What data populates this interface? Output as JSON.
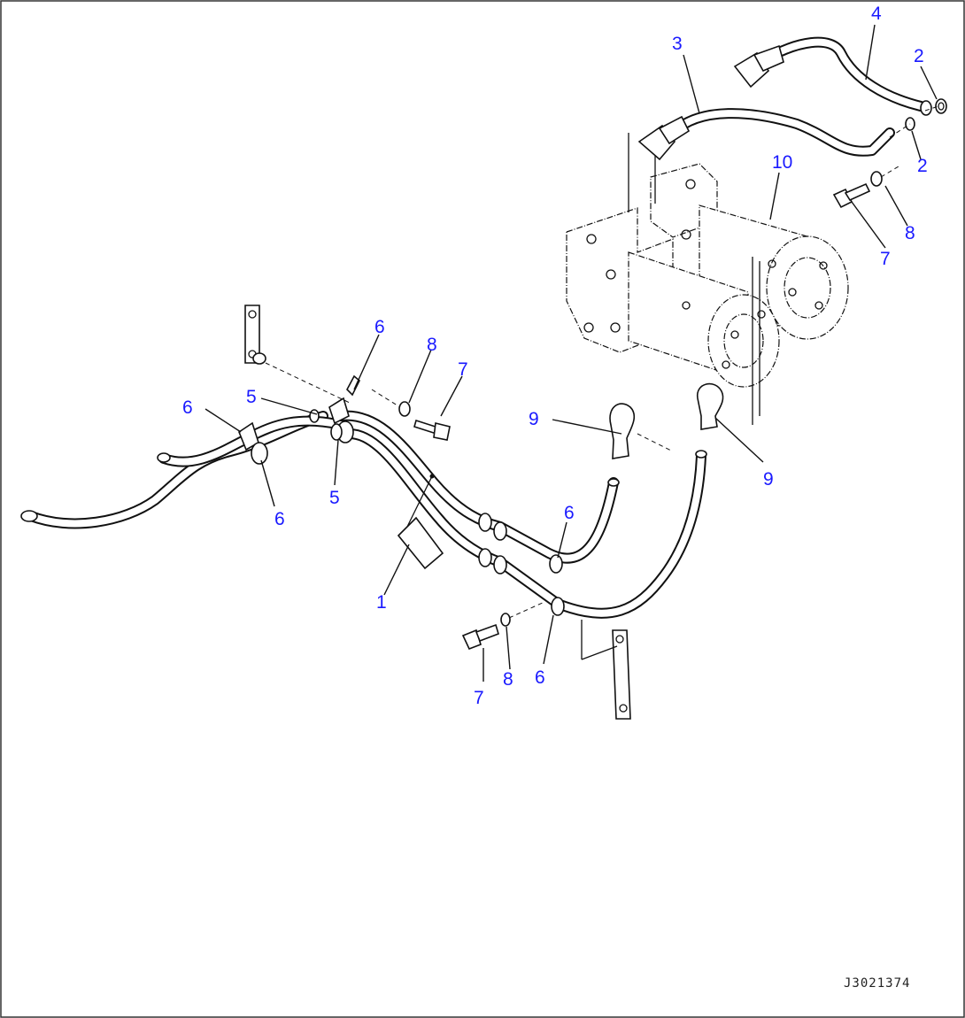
{
  "diagram": {
    "reference_code": "J3021374",
    "callouts": [
      {
        "id": "c-4",
        "label": "4"
      },
      {
        "id": "c-3",
        "label": "3"
      },
      {
        "id": "c-2a",
        "label": "2"
      },
      {
        "id": "c-2b",
        "label": "2"
      },
      {
        "id": "c-10",
        "label": "10"
      },
      {
        "id": "c-8a",
        "label": "8"
      },
      {
        "id": "c-7a",
        "label": "7"
      },
      {
        "id": "c-6a",
        "label": "6"
      },
      {
        "id": "c-8b",
        "label": "8"
      },
      {
        "id": "c-7b",
        "label": "7"
      },
      {
        "id": "c-5a",
        "label": "5"
      },
      {
        "id": "c-6b",
        "label": "6"
      },
      {
        "id": "c-9a",
        "label": "9"
      },
      {
        "id": "c-9b",
        "label": "9"
      },
      {
        "id": "c-5b",
        "label": "5"
      },
      {
        "id": "c-6c",
        "label": "6"
      },
      {
        "id": "c-6d",
        "label": "6"
      },
      {
        "id": "c-1",
        "label": "1"
      },
      {
        "id": "c-7c",
        "label": "7"
      },
      {
        "id": "c-8c",
        "label": "8"
      },
      {
        "id": "c-6e",
        "label": "6"
      }
    ],
    "colors": {
      "callout": "#1a1aff",
      "line": "#111111",
      "background": "#ffffff"
    }
  }
}
